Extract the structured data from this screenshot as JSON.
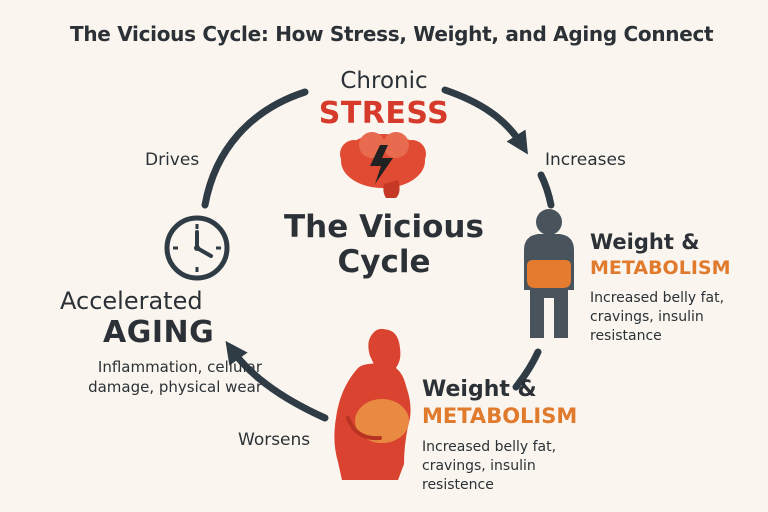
{
  "title": "The Vicious Cycle: How Stress, Weight, and Aging Connect",
  "center_title": "The Vicious Cycle",
  "nodes": {
    "stress": {
      "small": "Chronic",
      "big": "STRESS"
    },
    "weight_right": {
      "head": "Weight &",
      "sub": "METABOLISM",
      "desc": "Increased belly fat, cravings, insulin resistance"
    },
    "weight_bottom": {
      "head": "Weight &",
      "sub": "METABOLISM",
      "desc": "Increased belly fat, cravings, insulin resistence"
    },
    "aging": {
      "small": "Accelerated",
      "big": "AGING",
      "desc": "Inflammation, cellular damage, physical wear"
    }
  },
  "arrows": {
    "drives": "Drives",
    "increases": "Increases",
    "worsens": "Worsens"
  },
  "icons": {
    "stress": "brain-lightning-icon",
    "weight_right": "person-silhouette-icon",
    "weight_bottom": "woman-silhouette-icon",
    "aging": "clock-icon"
  },
  "colors": {
    "text_dark": "#2b3136",
    "stress_red": "#d63a2a",
    "metabolism_orange": "#e07a2d",
    "arrow": "#2f3b45",
    "background": "#faf6ef"
  }
}
